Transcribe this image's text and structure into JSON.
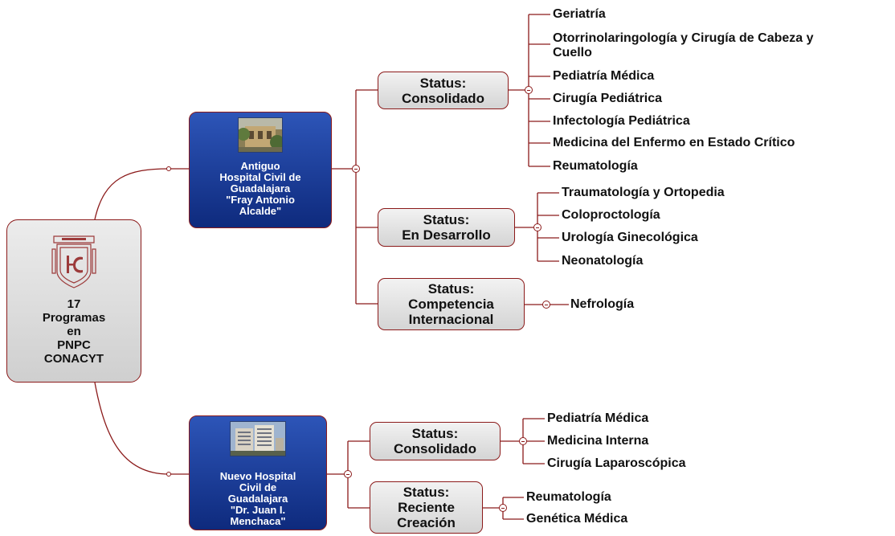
{
  "root": {
    "lines": [
      "17",
      "Programas",
      "en",
      "PNPC",
      "CONACYT"
    ]
  },
  "hospitals": [
    {
      "lines": [
        "Antiguo",
        "Hospital Civil de",
        "Guadalajara",
        "\"Fray Antonio",
        "Alcalde\""
      ],
      "statuses": [
        {
          "lines": [
            "Status:",
            "Consolidado"
          ],
          "leaves": [
            "Geriatría",
            "Otorrinolaringología y Cirugía de Cabeza y Cuello",
            "Pediatría Médica",
            "Cirugía Pediátrica",
            "Infectología Pediátrica",
            "Medicina del Enfermo en Estado Crítico",
            "Reumatología"
          ]
        },
        {
          "lines": [
            "Status:",
            "En Desarrollo"
          ],
          "leaves": [
            "Traumatología y Ortopedia",
            "Coloproctología",
            "Urología Ginecológica",
            "Neonatología"
          ]
        },
        {
          "lines": [
            "Status:",
            "Competencia",
            "Internacional"
          ],
          "leaves": [
            "Nefrología"
          ]
        }
      ]
    },
    {
      "lines": [
        "Nuevo Hospital",
        "Civil de",
        "Guadalajara",
        "\"Dr. Juan I.",
        "Menchaca\""
      ],
      "statuses": [
        {
          "lines": [
            "Status:",
            "Consolidado"
          ],
          "leaves": [
            "Pediatría Médica",
            "Medicina Interna",
            "Cirugía Laparoscópica"
          ]
        },
        {
          "lines": [
            "Status:",
            "Reciente",
            "Creación"
          ],
          "leaves": [
            "Reumatología",
            "Genética Médica"
          ]
        }
      ]
    }
  ],
  "colors": {
    "line": "#8b1a1a",
    "hospital_fill": "#1c3f9a",
    "status_fill": "#e0e0e0"
  },
  "icons": {
    "root_logo": "university-crest-icon",
    "hospital_photo": "hospital-building-photo"
  }
}
